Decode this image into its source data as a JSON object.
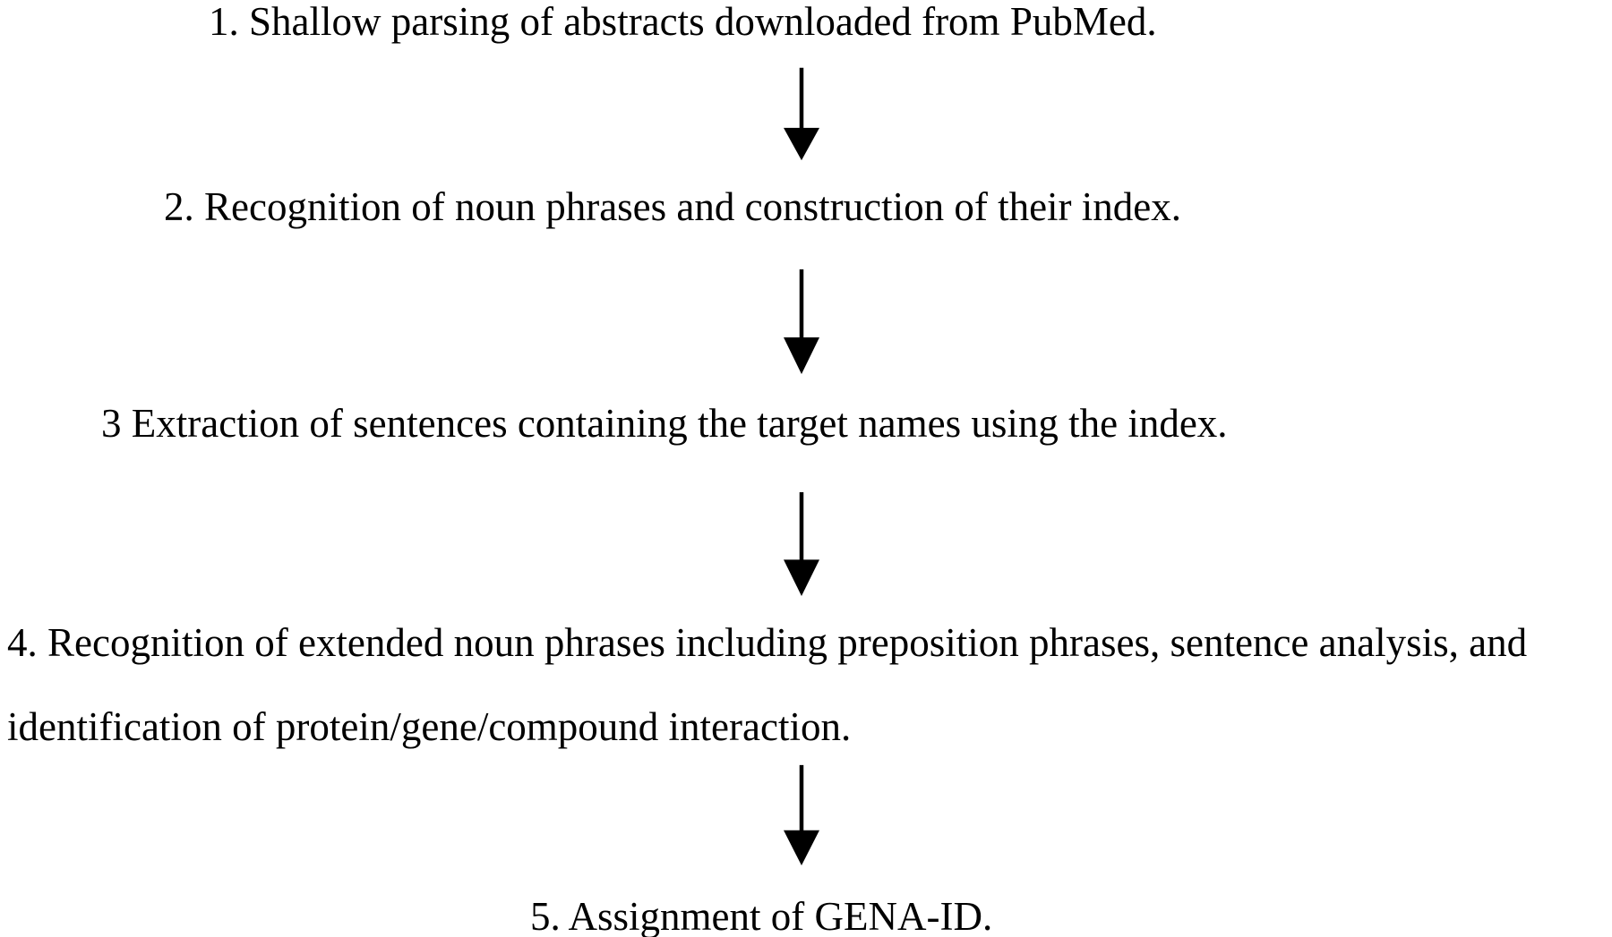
{
  "diagram": {
    "type": "flowchart",
    "direction": "top-down",
    "steps": [
      {
        "id": 1,
        "text": "1. Shallow parsing of abstracts downloaded from PubMed.",
        "lines": [
          "1. Shallow parsing of abstracts downloaded from PubMed."
        ]
      },
      {
        "id": 2,
        "text": "2. Recognition of noun phrases and construction of their index.",
        "lines": [
          "2. Recognition of noun phrases and construction of their index."
        ]
      },
      {
        "id": 3,
        "text": "3 Extraction of sentences containing the target names using the index.",
        "lines": [
          "3 Extraction of sentences containing the target names using the index."
        ]
      },
      {
        "id": 4,
        "text": "4. Recognition of extended noun phrases including preposition phrases, sentence analysis, and identification of protein/gene/compound interaction.",
        "lines": [
          "4. Recognition of extended noun phrases including preposition phrases, sentence analysis, and",
          "identification of protein/gene/compound interaction."
        ]
      },
      {
        "id": 5,
        "text": "5. Assignment of GENA-ID.",
        "lines": [
          "5. Assignment of GENA-ID."
        ]
      }
    ],
    "connectors": [
      {
        "from": 1,
        "to": 2,
        "style": "solid-arrow-down"
      },
      {
        "from": 2,
        "to": 3,
        "style": "solid-arrow-down"
      },
      {
        "from": 3,
        "to": 4,
        "style": "solid-arrow-down"
      },
      {
        "from": 4,
        "to": 5,
        "style": "solid-arrow-down"
      }
    ],
    "colors": {
      "background": "#ffffff",
      "text": "#000000",
      "arrow": "#000000"
    }
  }
}
